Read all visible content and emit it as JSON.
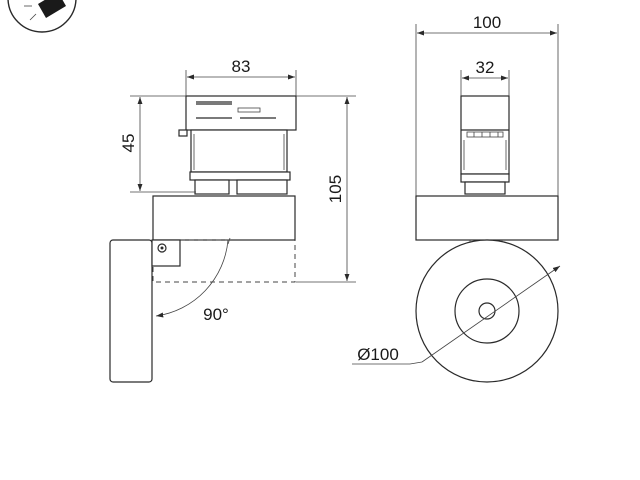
{
  "dimensions": {
    "width_side": "83",
    "height_adapter": "45",
    "height_total": "105",
    "width_front": "100",
    "width_adapter_front": "32",
    "diameter": "Ø100",
    "tilt_angle": "90°"
  },
  "icons": {
    "badge": "light-beam-icon"
  }
}
